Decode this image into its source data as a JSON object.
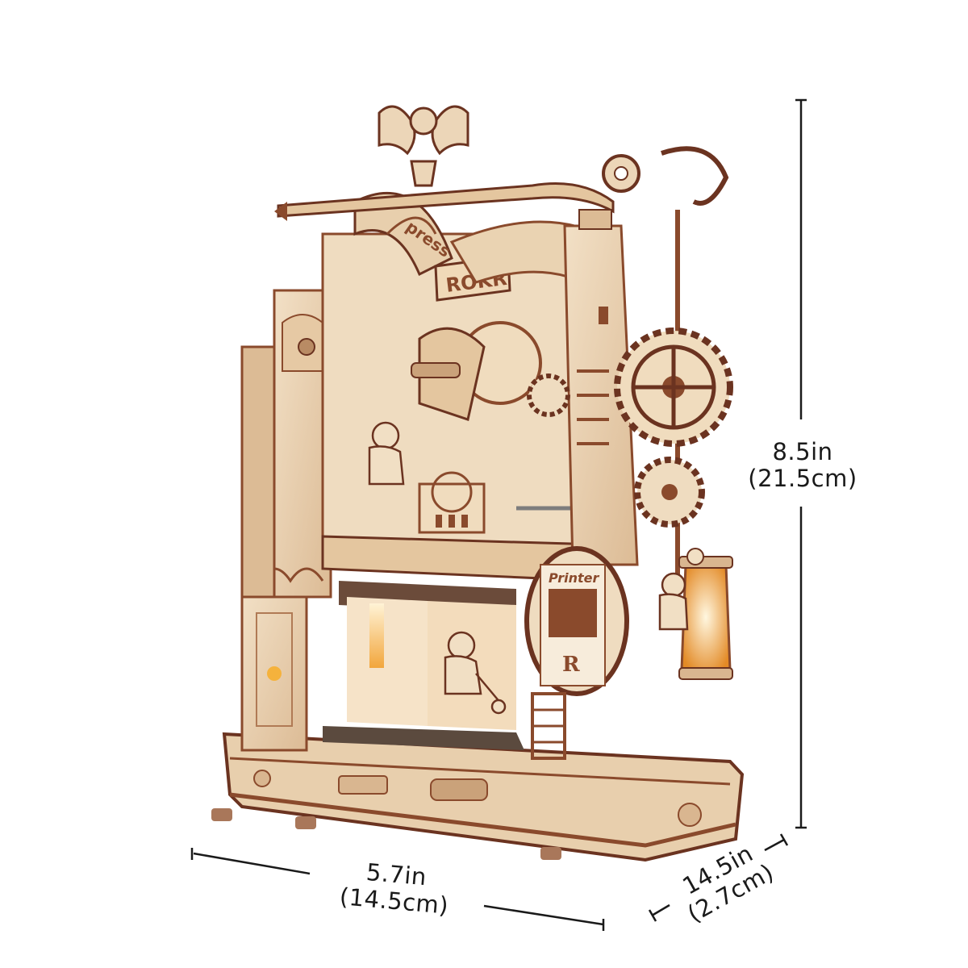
{
  "product": {
    "brand_mark": "ROKR",
    "press_label": "press",
    "printer_label": "Printer",
    "plate_letter": "R",
    "colors": {
      "wood_light": "#ecd6b8",
      "wood_mid": "#d9b690",
      "wood_dark": "#8a4a2c",
      "wood_edge": "#6b3320",
      "lamp_glow": "#f3a43a",
      "background": "#ffffff",
      "dimension_line": "#1a1a1a"
    }
  },
  "dimensions": {
    "height": {
      "imperial": "8.5in",
      "metric": "(21.5cm)"
    },
    "width": {
      "imperial": "5.7in",
      "metric": "(14.5cm)"
    },
    "depth": {
      "imperial": "14.5in",
      "metric": "(2.7cm)"
    }
  }
}
